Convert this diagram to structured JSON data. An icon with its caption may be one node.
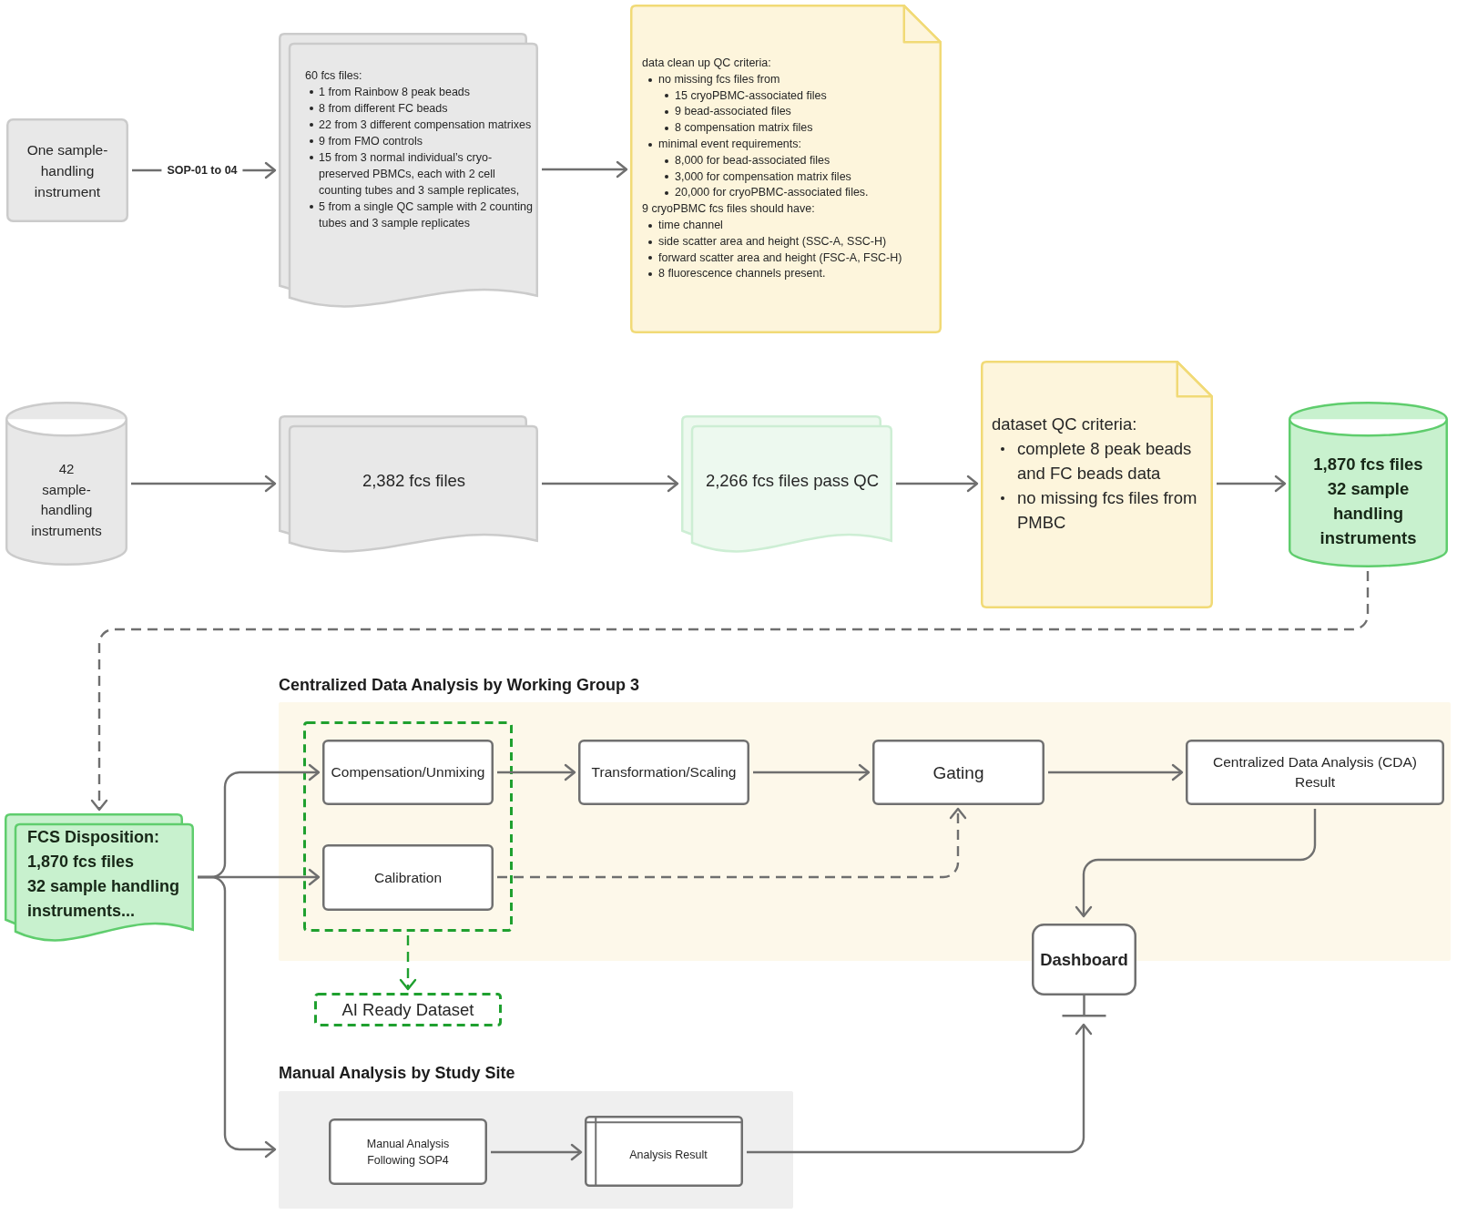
{
  "diagram": {
    "nodes": [
      {
        "text": [
          "One sample-handling instrument"
        ]
      },
      {
        "text": [
          "60 fcs files:",
          "1 from Rainbow 8 peak beads",
          "8 from different FC beads",
          "22 from 3 different compensation matrixes",
          "9 from FMO controls",
          "15 from 3 normal individual’s cryo-preserved PBMCs, each with 2 cell counting tubes and 3 sample replicates,",
          "5 from a single QC sample with 2 counting tubes and 3 sample replicates"
        ]
      },
      {
        "text": [
          "data clean up QC criteria:",
          "no missing fcs files from",
          "15 cryoPBMC-associated files",
          "9 bead-associated files",
          "8 compensation matrix files",
          "minimal event requirements:",
          "8,000 for bead-associated files",
          "3,000 for compensation matrix files",
          "20,000 for cryoPBMC-associated files.",
          "9 cryoPBMC fcs files should have:",
          "time channel",
          "side scatter area and height (SSC-A, SSC-H)",
          "forward scatter area and height (FSC-A, FSC-H)",
          "8 fluorescence channels present."
        ]
      },
      {
        "text": [
          "42",
          "sample-handling instruments"
        ]
      },
      {
        "text": [
          "2,382 fcs files"
        ]
      },
      {
        "text": [
          "2,266 fcs files pass QC"
        ]
      },
      {
        "text": [
          "dataset QC criteria:",
          "complete 8 peak beads and FC beads data",
          "no missing fcs files from PMBC"
        ]
      },
      {
        "text": [
          "1,870 fcs files",
          "32 sample handling instruments"
        ]
      },
      {
        "text": [
          "FCS Disposition:",
          "1,870 fcs files",
          "32 sample handling instruments..."
        ]
      },
      {
        "text": [
          "Centralized Data Analysis by Working Group 3"
        ]
      },
      {
        "text": [],
        "shape": "box",
        "in": 9
      },
      {
        "text": [
          "Compensation/Unmixing"
        ],
        "in": 10
      },
      {
        "text": [
          "Calibration"
        ],
        "in": 10
      },
      {
        "text": [
          "Transformation/Scaling"
        ],
        "in": 9
      },
      {
        "text": [
          "Gating"
        ],
        "in": 9
      },
      {
        "text": [
          "Centralized Data Analysis (CDA) Result"
        ],
        "in": 9
      },
      {
        "text": [
          "Dashboard"
        ]
      },
      {
        "text": [
          "AI Ready Dataset"
        ]
      },
      {
        "text": [
          "Manual Analysis by Study Site"
        ]
      },
      {
        "text": [
          "Manual Analysis Following SOP4"
        ],
        "in": 18
      },
      {
        "text": [
          "Analysis Result"
        ],
        "in": 18
      }
    ],
    "edges": [
      {
        "from": 0,
        "to": 1,
        "arrow": "to",
        "label": "SOP-01 to 04"
      },
      {
        "from": 1,
        "to": 2,
        "arrow": "to"
      },
      {
        "from": 3,
        "to": 4,
        "arrow": "to"
      },
      {
        "from": 4,
        "to": 5,
        "arrow": "to"
      },
      {
        "from": 5,
        "to": 6,
        "arrow": "to"
      },
      {
        "from": 6,
        "to": 7,
        "arrow": "to"
      },
      {
        "from": 7,
        "to": 8,
        "arrow": "to",
        "style": "dashed"
      },
      {
        "from": 8,
        "to": 11,
        "arrow": "to"
      },
      {
        "from": 8,
        "to": 12,
        "arrow": "to"
      },
      {
        "from": 8,
        "to": 18,
        "arrow": "to"
      },
      {
        "from": 11,
        "to": 13,
        "arrow": "to"
      },
      {
        "from": 13,
        "to": 14,
        "arrow": "to"
      },
      {
        "from": 14,
        "to": 15,
        "arrow": "to"
      },
      {
        "from": 12,
        "to": 14,
        "arrow": "to",
        "style": "dashed"
      },
      {
        "from": 15,
        "to": 16,
        "arrow": "to"
      },
      {
        "from": 10,
        "to": 17,
        "arrow": "to",
        "style": "dashed",
        "color": "#1fa02f"
      },
      {
        "from": 19,
        "to": 20,
        "arrow": "to"
      },
      {
        "from": 20,
        "to": 16,
        "arrow": "to"
      }
    ]
  }
}
